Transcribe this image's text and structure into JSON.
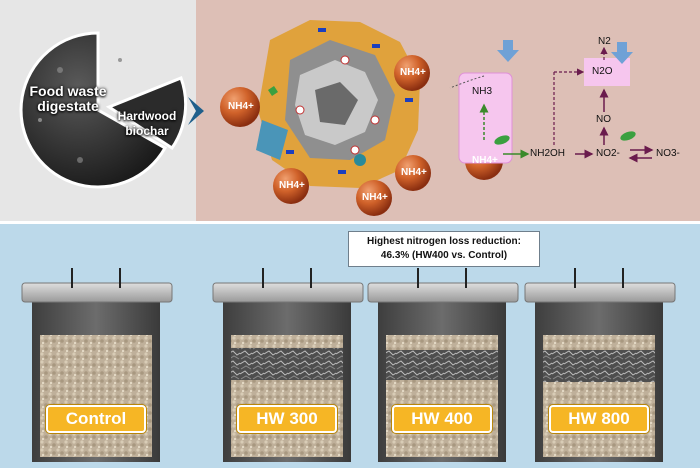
{
  "feedstock": {
    "digestate_label": "Food waste digestate",
    "biochar_label": "Hardwood biochar"
  },
  "ions": {
    "ammonium": "NH4+"
  },
  "pathway": {
    "ammonia": "NH3",
    "hydroxylamine": "NH2OH",
    "nitrite": "NO2-",
    "nitric_oxide": "NO",
    "nitrous_oxide": "N2O",
    "dinitrogen": "N2",
    "nitrate": "NO3-"
  },
  "callout": {
    "line1": "Highest nitrogen loss reduction:",
    "line2": "46.3% (HW400 vs. Control)"
  },
  "jars": [
    {
      "label": "Control"
    },
    {
      "label": "HW 300"
    },
    {
      "label": "HW 400"
    },
    {
      "label": "HW 800"
    }
  ],
  "colors": {
    "orange_ion": "#c8501e",
    "label_gold": "#f6b625",
    "pathway_purple": "#6a1b4d",
    "pathway_green": "#3a8a2a",
    "bottom_bg": "#bcd9ea"
  }
}
